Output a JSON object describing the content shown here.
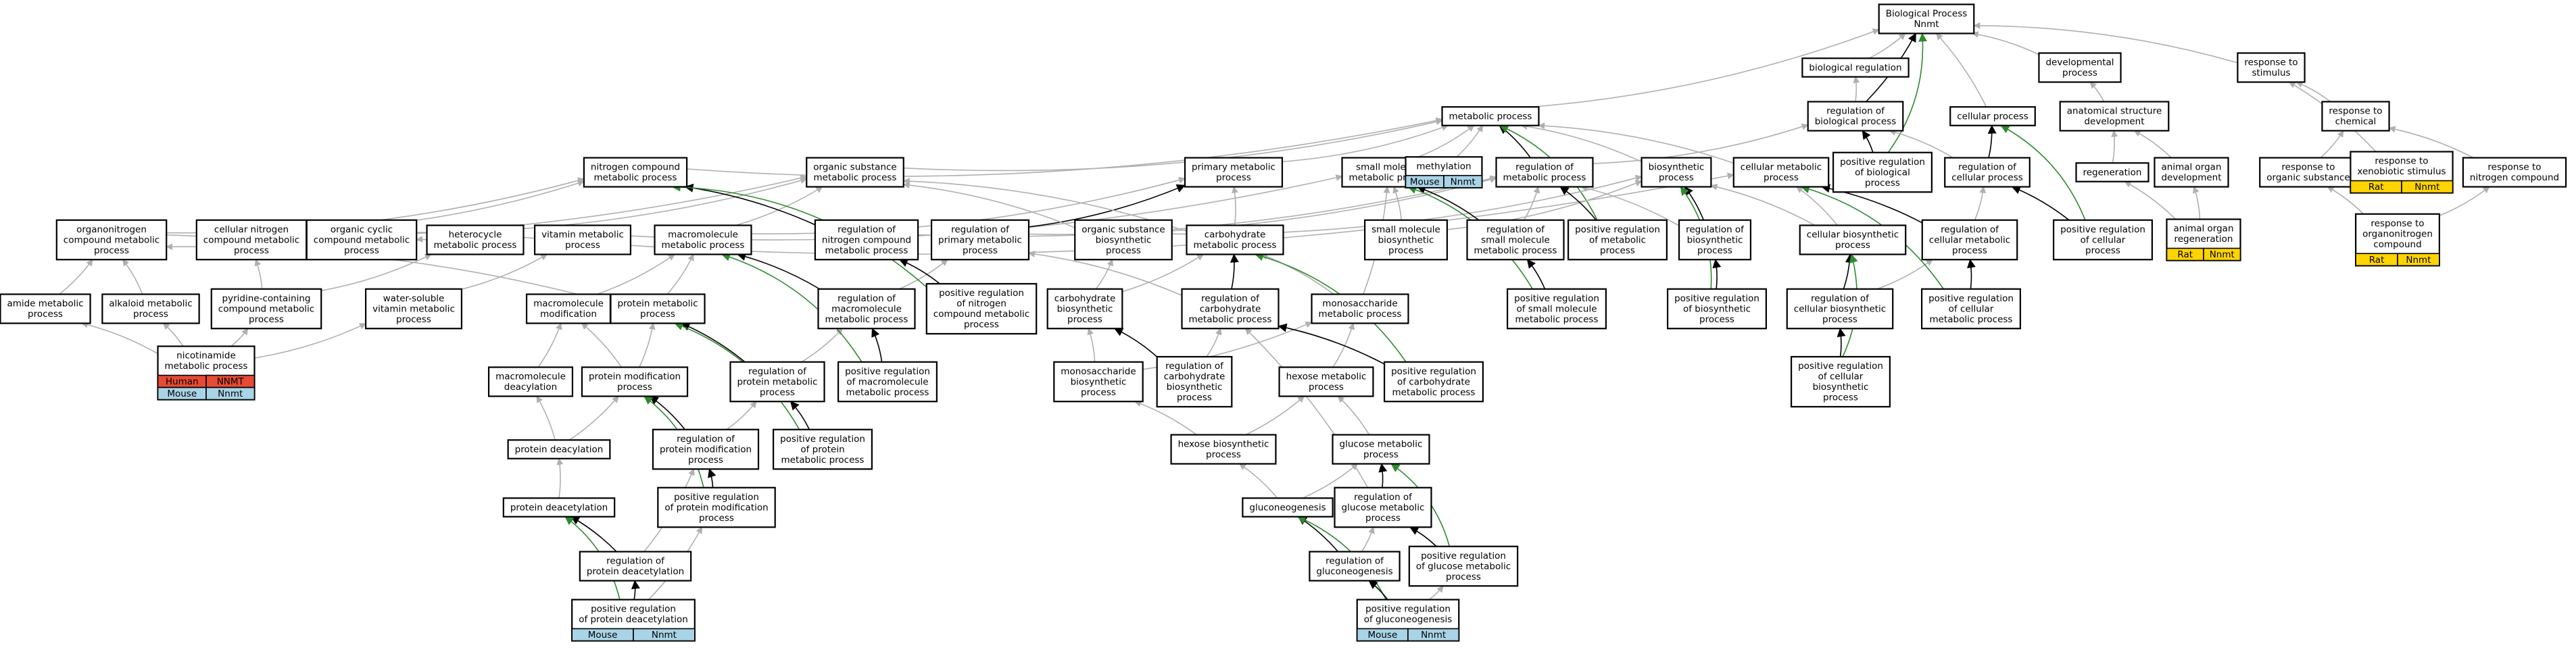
{
  "colors": {
    "grey": "#b0b0b0",
    "black": "#000000",
    "green": "#2e8b2e",
    "human": "#e64b35",
    "mouse": "#a9d3e6",
    "rat": "#ffd400"
  },
  "nodes": {
    "bp": {
      "lines": [
        "Biological Process",
        "Nnmt"
      ]
    },
    "breg": {
      "lines": [
        "biological regulation"
      ]
    },
    "dev": {
      "lines": [
        "developmental",
        "process"
      ]
    },
    "stim": {
      "lines": [
        "response to",
        "stimulus"
      ]
    },
    "metab": {
      "lines": [
        "metabolic process"
      ]
    },
    "regbio": {
      "lines": [
        "regulation of",
        "biological process"
      ]
    },
    "cellp": {
      "lines": [
        "cellular process"
      ]
    },
    "anat": {
      "lines": [
        "anatomical structure",
        "development"
      ]
    },
    "chem": {
      "lines": [
        "response to",
        "chemical"
      ]
    },
    "nitro": {
      "lines": [
        "nitrogen compound",
        "metabolic process"
      ]
    },
    "orgsub": {
      "lines": [
        "organic substance",
        "metabolic process"
      ]
    },
    "prim": {
      "lines": [
        "primary metabolic",
        "process"
      ]
    },
    "small": {
      "lines": [
        "small molecule",
        "metabolic process"
      ]
    },
    "methyl": {
      "lines": [
        "methylation"
      ]
    },
    "regmet": {
      "lines": [
        "regulation of",
        "metabolic process"
      ]
    },
    "biosyn": {
      "lines": [
        "biosynthetic",
        "process"
      ]
    },
    "cellmet": {
      "lines": [
        "cellular metabolic",
        "process"
      ]
    },
    "posregbio": {
      "lines": [
        "positive regulation",
        "of biological",
        "process"
      ]
    },
    "regcell": {
      "lines": [
        "regulation of",
        "cellular process"
      ]
    },
    "regen": {
      "lines": [
        "regeneration"
      ]
    },
    "organdev": {
      "lines": [
        "animal organ",
        "development"
      ]
    },
    "orgsubresp": {
      "lines": [
        "response to",
        "organic substance"
      ]
    },
    "xeno": {
      "lines": [
        "response to",
        "xenobiotic stimulus"
      ]
    },
    "nitroresp": {
      "lines": [
        "response to",
        "nitrogen compound"
      ]
    },
    "organonit": {
      "lines": [
        "organonitrogen",
        "compound metabolic",
        "process"
      ]
    },
    "cellnit": {
      "lines": [
        "cellular nitrogen",
        "compound metabolic",
        "process"
      ]
    },
    "orgcyc": {
      "lines": [
        "organic cyclic",
        "compound metabolic",
        "process"
      ]
    },
    "hetero": {
      "lines": [
        "heterocycle",
        "metabolic process"
      ]
    },
    "vitamin": {
      "lines": [
        "vitamin metabolic",
        "process"
      ]
    },
    "macro": {
      "lines": [
        "macromolecule",
        "metabolic process"
      ]
    },
    "regnitro": {
      "lines": [
        "regulation of",
        "nitrogen compound",
        "metabolic process"
      ]
    },
    "regprim": {
      "lines": [
        "regulation of",
        "primary metabolic",
        "process"
      ]
    },
    "orgsubbio": {
      "lines": [
        "organic substance",
        "biosynthetic",
        "process"
      ]
    },
    "carbo": {
      "lines": [
        "carbohydrate",
        "metabolic process"
      ]
    },
    "smallbio": {
      "lines": [
        "small molecule",
        "biosynthetic",
        "process"
      ]
    },
    "regsmall": {
      "lines": [
        "regulation of",
        "small molecule",
        "metabolic process"
      ]
    },
    "posregmet": {
      "lines": [
        "positive regulation",
        "of metabolic",
        "process"
      ]
    },
    "regbiosyn": {
      "lines": [
        "regulation of",
        "biosynthetic",
        "process"
      ]
    },
    "cellbio": {
      "lines": [
        "cellular biosynthetic",
        "process"
      ]
    },
    "regcellmet": {
      "lines": [
        "regulation of",
        "cellular metabolic",
        "process"
      ]
    },
    "posregcell": {
      "lines": [
        "positive regulation",
        "of cellular",
        "process"
      ]
    },
    "organregen": {
      "lines": [
        "animal organ",
        "regeneration"
      ]
    },
    "organonitresp": {
      "lines": [
        "response to",
        "organonitrogen",
        "compound"
      ]
    },
    "amide": {
      "lines": [
        "amide metabolic",
        "process"
      ]
    },
    "alkaloid": {
      "lines": [
        "alkaloid metabolic",
        "process"
      ]
    },
    "pyridine": {
      "lines": [
        "pyridine-containing",
        "compound metabolic",
        "process"
      ]
    },
    "watersol": {
      "lines": [
        "water-soluble",
        "vitamin metabolic",
        "process"
      ]
    },
    "macromod": {
      "lines": [
        "macromolecule",
        "modification"
      ]
    },
    "protmet": {
      "lines": [
        "protein metabolic",
        "process"
      ]
    },
    "regmacro": {
      "lines": [
        "regulation of",
        "macromolecule",
        "metabolic process"
      ]
    },
    "posregnitro": {
      "lines": [
        "positive regulation",
        "of nitrogen",
        "compound metabolic",
        "process"
      ]
    },
    "carbobio": {
      "lines": [
        "carbohydrate",
        "biosynthetic",
        "process"
      ]
    },
    "regcarbo": {
      "lines": [
        "regulation of",
        "carbohydrate",
        "metabolic process"
      ]
    },
    "monosac": {
      "lines": [
        "monosaccharide",
        "metabolic process"
      ]
    },
    "posregsmall": {
      "lines": [
        "positive regulation",
        "of small molecule",
        "metabolic process"
      ]
    },
    "posregbiosyn": {
      "lines": [
        "positive regulation",
        "of biosynthetic",
        "process"
      ]
    },
    "regcellbio": {
      "lines": [
        "regulation of",
        "cellular biosynthetic",
        "process"
      ]
    },
    "posregcellmet": {
      "lines": [
        "positive regulation",
        "of cellular",
        "metabolic process"
      ]
    },
    "nicotin": {
      "lines": [
        "nicotinamide",
        "metabolic process"
      ]
    },
    "macrodeac": {
      "lines": [
        "macromolecule",
        "deacylation"
      ]
    },
    "protmod": {
      "lines": [
        "protein modification",
        "process"
      ]
    },
    "regprotmet": {
      "lines": [
        "regulation of",
        "protein metabolic",
        "process"
      ]
    },
    "posregmacro": {
      "lines": [
        "positive regulation",
        "of macromolecule",
        "metabolic process"
      ]
    },
    "monosacbio": {
      "lines": [
        "monosaccharide",
        "biosynthetic",
        "process"
      ]
    },
    "regcarbobio": {
      "lines": [
        "regulation of",
        "carbohydrate",
        "biosynthetic",
        "process"
      ]
    },
    "hexose": {
      "lines": [
        "hexose metabolic",
        "process"
      ]
    },
    "posregcarbo": {
      "lines": [
        "positive regulation",
        "of carbohydrate",
        "metabolic process"
      ]
    },
    "posregcellbio": {
      "lines": [
        "positive regulation",
        "of cellular",
        "biosynthetic",
        "process"
      ]
    },
    "protdeac": {
      "lines": [
        "protein deacylation"
      ]
    },
    "regprotmod": {
      "lines": [
        "regulation of",
        "protein modification",
        "process"
      ]
    },
    "posregprotmet": {
      "lines": [
        "positive regulation",
        "of protein",
        "metabolic process"
      ]
    },
    "hexosebio": {
      "lines": [
        "hexose biosynthetic",
        "process"
      ]
    },
    "glucose": {
      "lines": [
        "glucose metabolic",
        "process"
      ]
    },
    "protdeacet": {
      "lines": [
        "protein deacetylation"
      ]
    },
    "posregprotmod": {
      "lines": [
        "positive regulation",
        "of protein modification",
        "process"
      ]
    },
    "gluconeo": {
      "lines": [
        "gluconeogenesis"
      ]
    },
    "regglucose": {
      "lines": [
        "regulation of",
        "glucose metabolic",
        "process"
      ]
    },
    "regprotdeacet": {
      "lines": [
        "regulation of",
        "protein deacetylation"
      ]
    },
    "regglucneo": {
      "lines": [
        "regulation of",
        "gluconeogenesis"
      ]
    },
    "posregglucose": {
      "lines": [
        "positive regulation",
        "of glucose metabolic",
        "process"
      ]
    },
    "posregprotdeacet": {
      "lines": [
        "positive regulation",
        "of protein deacetylation"
      ]
    },
    "posregglucneo": {
      "lines": [
        "positive regulation",
        "of gluconeogenesis"
      ]
    }
  },
  "species_tags": {
    "methyl": [
      [
        {
          "label": "Mouse",
          "color": "mouse"
        },
        {
          "label": "Nnmt",
          "color": "mouse"
        }
      ]
    ],
    "organregen": [
      [
        {
          "label": "Rat",
          "color": "rat"
        },
        {
          "label": "Nnmt",
          "color": "rat"
        }
      ]
    ],
    "xeno": [
      [
        {
          "label": "Rat",
          "color": "rat"
        },
        {
          "label": "Nnmt",
          "color": "rat"
        }
      ]
    ],
    "organonitresp": [
      [
        {
          "label": "Rat",
          "color": "rat"
        },
        {
          "label": "Nnmt",
          "color": "rat"
        }
      ]
    ],
    "nicotin": [
      [
        {
          "label": "Human",
          "color": "human"
        },
        {
          "label": "NNMT",
          "color": "human"
        }
      ],
      [
        {
          "label": "Mouse",
          "color": "mouse"
        },
        {
          "label": "Nnmt",
          "color": "mouse"
        }
      ]
    ],
    "posregprotdeacet": [
      [
        {
          "label": "Mouse",
          "color": "mouse"
        },
        {
          "label": "Nnmt",
          "color": "mouse"
        }
      ]
    ],
    "posregglucneo": [
      [
        {
          "label": "Mouse",
          "color": "mouse"
        },
        {
          "label": "Nnmt",
          "color": "mouse"
        }
      ]
    ]
  },
  "edges": [
    [
      "breg",
      "bp",
      "grey"
    ],
    [
      "dev",
      "bp",
      "grey"
    ],
    [
      "stim",
      "bp",
      "grey"
    ],
    [
      "metab",
      "bp",
      "grey"
    ],
    [
      "regbio",
      "bp",
      "black"
    ],
    [
      "cellp",
      "bp",
      "grey"
    ],
    [
      "regbio",
      "breg",
      "grey"
    ],
    [
      "anat",
      "dev",
      "grey"
    ],
    [
      "chem",
      "stim",
      "grey"
    ],
    [
      "nitro",
      "metab",
      "grey"
    ],
    [
      "orgsub",
      "metab",
      "grey"
    ],
    [
      "prim",
      "metab",
      "grey"
    ],
    [
      "small",
      "metab",
      "grey"
    ],
    [
      "methyl",
      "metab",
      "grey"
    ],
    [
      "regmet",
      "metab",
      "black"
    ],
    [
      "biosyn",
      "metab",
      "grey"
    ],
    [
      "cellmet",
      "metab",
      "grey"
    ],
    [
      "posregbio",
      "bp",
      "green"
    ],
    [
      "posregbio",
      "regbio",
      "black"
    ],
    [
      "regcell",
      "cellp",
      "black"
    ],
    [
      "regcell",
      "regbio",
      "grey"
    ],
    [
      "regmet",
      "regbio",
      "grey"
    ],
    [
      "posregmet",
      "metab",
      "green"
    ],
    [
      "regen",
      "anat",
      "grey"
    ],
    [
      "organdev",
      "anat",
      "grey"
    ],
    [
      "orgsubresp",
      "chem",
      "grey"
    ],
    [
      "xeno",
      "stim",
      "grey"
    ],
    [
      "nitroresp",
      "chem",
      "grey"
    ],
    [
      "organonit",
      "nitro",
      "grey"
    ],
    [
      "organonit",
      "orgsub",
      "grey"
    ],
    [
      "cellnit",
      "nitro",
      "grey"
    ],
    [
      "orgcyc",
      "orgsub",
      "grey"
    ],
    [
      "hetero",
      "cellmet",
      "grey"
    ],
    [
      "hetero",
      "orgcyc",
      "grey"
    ],
    [
      "vitamin",
      "small",
      "grey"
    ],
    [
      "macro",
      "prim",
      "grey"
    ],
    [
      "macro",
      "orgsub",
      "grey"
    ],
    [
      "regnitro",
      "nitro",
      "black"
    ],
    [
      "regnitro",
      "regmet",
      "grey"
    ],
    [
      "regprim",
      "prim",
      "black"
    ],
    [
      "regprim",
      "regmet",
      "grey"
    ],
    [
      "orgsubbio",
      "orgsub",
      "grey"
    ],
    [
      "orgsubbio",
      "biosyn",
      "grey"
    ],
    [
      "carbo",
      "prim",
      "grey"
    ],
    [
      "carbo",
      "orgsub",
      "grey"
    ],
    [
      "smallbio",
      "small",
      "grey"
    ],
    [
      "smallbio",
      "biosyn",
      "grey"
    ],
    [
      "regsmall",
      "small",
      "black"
    ],
    [
      "regsmall",
      "regmet",
      "grey"
    ],
    [
      "posregmet",
      "regmet",
      "black"
    ],
    [
      "regbiosyn",
      "biosyn",
      "black"
    ],
    [
      "regbiosyn",
      "regmet",
      "grey"
    ],
    [
      "cellbio",
      "cellmet",
      "grey"
    ],
    [
      "cellbio",
      "biosyn",
      "grey"
    ],
    [
      "regcellmet",
      "cellmet",
      "black"
    ],
    [
      "regcellmet",
      "regcell",
      "grey"
    ],
    [
      "posregcell",
      "cellp",
      "green"
    ],
    [
      "posregcell",
      "regcell",
      "black"
    ],
    [
      "organregen",
      "regen",
      "grey"
    ],
    [
      "organregen",
      "organdev",
      "grey"
    ],
    [
      "organonitresp",
      "nitroresp",
      "grey"
    ],
    [
      "organonitresp",
      "orgsubresp",
      "grey"
    ],
    [
      "amide",
      "organonit",
      "grey"
    ],
    [
      "alkaloid",
      "organonit",
      "grey"
    ],
    [
      "pyridine",
      "cellnit",
      "grey"
    ],
    [
      "pyridine",
      "hetero",
      "grey"
    ],
    [
      "watersol",
      "vitamin",
      "grey"
    ],
    [
      "macromod",
      "macro",
      "grey"
    ],
    [
      "protmet",
      "macro",
      "grey"
    ],
    [
      "protmet",
      "organonit",
      "grey"
    ],
    [
      "regmacro",
      "macro",
      "black"
    ],
    [
      "regmacro",
      "regprim",
      "grey"
    ],
    [
      "posregnitro",
      "nitro",
      "green"
    ],
    [
      "posregnitro",
      "regnitro",
      "black"
    ],
    [
      "carbobio",
      "carbo",
      "grey"
    ],
    [
      "carbobio",
      "orgsubbio",
      "grey"
    ],
    [
      "regcarbo",
      "carbo",
      "black"
    ],
    [
      "regcarbo",
      "regprim",
      "grey"
    ],
    [
      "monosac",
      "carbo",
      "grey"
    ],
    [
      "monosac",
      "small",
      "grey"
    ],
    [
      "posregsmall",
      "small",
      "green"
    ],
    [
      "posregsmall",
      "regsmall",
      "black"
    ],
    [
      "posregbiosyn",
      "biosyn",
      "green"
    ],
    [
      "posregbiosyn",
      "regbiosyn",
      "black"
    ],
    [
      "regcellbio",
      "cellbio",
      "black"
    ],
    [
      "regcellbio",
      "regcellmet",
      "grey"
    ],
    [
      "posregcellmet",
      "cellmet",
      "green"
    ],
    [
      "posregcellmet",
      "regcellmet",
      "black"
    ],
    [
      "nicotin",
      "amide",
      "grey"
    ],
    [
      "nicotin",
      "alkaloid",
      "grey"
    ],
    [
      "nicotin",
      "pyridine",
      "grey"
    ],
    [
      "nicotin",
      "watersol",
      "grey"
    ],
    [
      "macrodeac",
      "macromod",
      "grey"
    ],
    [
      "protmod",
      "protmet",
      "grey"
    ],
    [
      "protmod",
      "macromod",
      "grey"
    ],
    [
      "regprotmet",
      "protmet",
      "black"
    ],
    [
      "regprotmet",
      "regmacro",
      "grey"
    ],
    [
      "posregmacro",
      "macro",
      "green"
    ],
    [
      "posregmacro",
      "regmacro",
      "black"
    ],
    [
      "monosacbio",
      "monosac",
      "grey"
    ],
    [
      "monosacbio",
      "carbobio",
      "grey"
    ],
    [
      "regcarbobio",
      "carbobio",
      "black"
    ],
    [
      "regcarbobio",
      "regcarbo",
      "grey"
    ],
    [
      "hexose",
      "monosac",
      "grey"
    ],
    [
      "posregcarbo",
      "carbo",
      "green"
    ],
    [
      "posregcarbo",
      "regcarbo",
      "black"
    ],
    [
      "posregcellbio",
      "cellbio",
      "green"
    ],
    [
      "posregcellbio",
      "regcellbio",
      "black"
    ],
    [
      "protdeac",
      "macrodeac",
      "grey"
    ],
    [
      "protdeac",
      "protmod",
      "grey"
    ],
    [
      "regprotmod",
      "protmod",
      "black"
    ],
    [
      "regprotmod",
      "regprotmet",
      "grey"
    ],
    [
      "posregprotmet",
      "protmet",
      "green"
    ],
    [
      "posregprotmet",
      "regprotmet",
      "black"
    ],
    [
      "hexosebio",
      "hexose",
      "grey"
    ],
    [
      "hexosebio",
      "monosacbio",
      "grey"
    ],
    [
      "glucose",
      "hexose",
      "grey"
    ],
    [
      "protdeacet",
      "protdeac",
      "grey"
    ],
    [
      "posregprotmod",
      "protmod",
      "green"
    ],
    [
      "posregprotmod",
      "regprotmod",
      "black"
    ],
    [
      "gluconeo",
      "glucose",
      "grey"
    ],
    [
      "gluconeo",
      "hexosebio",
      "grey"
    ],
    [
      "regglucose",
      "glucose",
      "black"
    ],
    [
      "regglucose",
      "regcarbo",
      "grey"
    ],
    [
      "regprotdeacet",
      "protdeacet",
      "black"
    ],
    [
      "regprotdeacet",
      "regprotmod",
      "grey"
    ],
    [
      "regglucneo",
      "gluconeo",
      "black"
    ],
    [
      "regglucneo",
      "regglucose",
      "grey"
    ],
    [
      "posregglucose",
      "glucose",
      "green"
    ],
    [
      "posregglucose",
      "regglucose",
      "black"
    ],
    [
      "posregprotdeacet",
      "protdeacet",
      "green"
    ],
    [
      "posregprotdeacet",
      "regprotdeacet",
      "black"
    ],
    [
      "posregglucneo",
      "gluconeo",
      "green"
    ],
    [
      "posregglucneo",
      "regglucneo",
      "black"
    ],
    [
      "posregglucneo",
      "posregglucose",
      "grey"
    ],
    [
      "posregprotdeacet",
      "posregprotmod",
      "grey"
    ]
  ]
}
